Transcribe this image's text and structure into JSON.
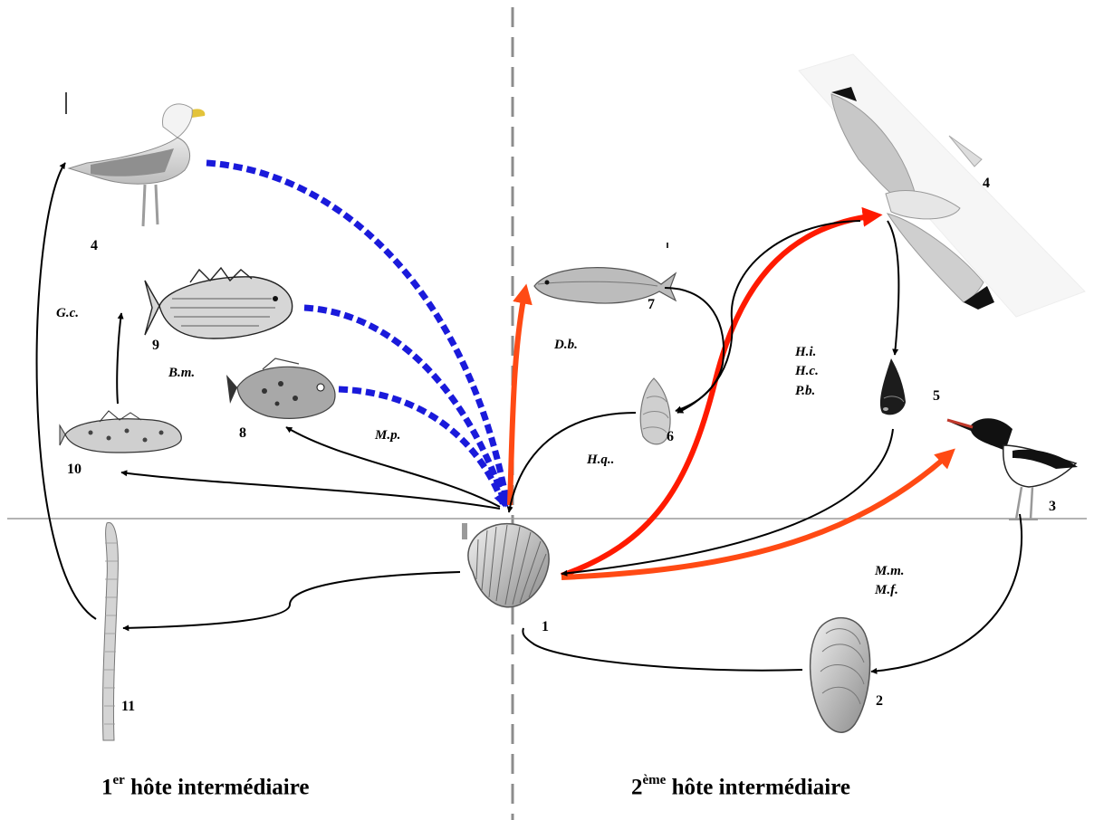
{
  "numbers": {
    "n1": "1",
    "n2": "2",
    "n3": "3",
    "n4_left": "4",
    "n4_right": "4",
    "n5": "5",
    "n6": "6",
    "n7": "7",
    "n8": "8",
    "n9": "9",
    "n10": "10",
    "n11": "11"
  },
  "labels": {
    "gc": "G.c.",
    "bm": "B.m.",
    "mp": "M.p.",
    "db": "D.b.",
    "hq": "H.q..",
    "hi": "H.i.",
    "hc": "H.c.",
    "pb": "P.b.",
    "mm": "M.m.",
    "mf": "M.f."
  },
  "footer": {
    "left_prefix": "1",
    "left_sup": "er",
    "left_text": " hôte intermédiaire",
    "right_prefix": "2",
    "right_sup": "ème",
    "right_text": " hôte intermédiaire"
  },
  "colors": {
    "arrow_black": "#000000",
    "arrow_blue_dotted": "#1a1adb",
    "arrow_red": "#ff1a00",
    "arrow_orange": "#ff4a14",
    "divider_gray": "#8c8c8c"
  }
}
